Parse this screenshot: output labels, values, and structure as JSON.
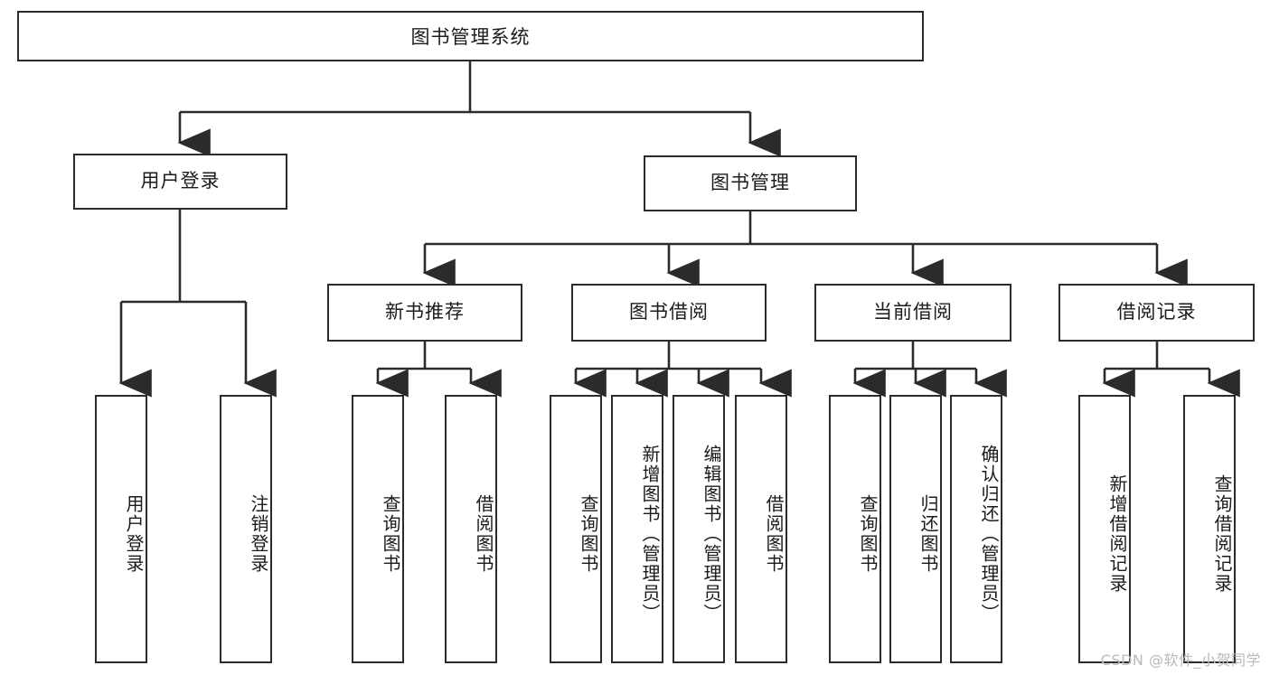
{
  "diagram": {
    "title": "图书管理系统",
    "type": "tree",
    "watermark": "CSDN @软件_小贺同学",
    "colors": {
      "line": "#2b2b2b",
      "box_border": "#2b2b2b",
      "box_fill": "#ffffff",
      "text": "#1b1b1b",
      "watermark": "#b9b9b9"
    },
    "root": {
      "label": "图书管理系统"
    },
    "level1": [
      {
        "label": "用户登录"
      },
      {
        "label": "图书管理"
      }
    ],
    "level2": [
      {
        "label": "新书推荐"
      },
      {
        "label": "图书借阅"
      },
      {
        "label": "当前借阅"
      },
      {
        "label": "借阅记录"
      }
    ],
    "leaves": {
      "user_login": [
        {
          "label": "用户登录"
        },
        {
          "label": "注销登录"
        }
      ],
      "new_book_recommend": [
        {
          "label": "查询图书"
        },
        {
          "label": "借阅图书"
        }
      ],
      "book_borrow": [
        {
          "label": "查询图书"
        },
        {
          "label": "新增图书（管理员）"
        },
        {
          "label": "编辑图书（管理员）"
        },
        {
          "label": "借阅图书"
        }
      ],
      "current_borrow": [
        {
          "label": "查询图书"
        },
        {
          "label": "归还图书"
        },
        {
          "label": "确认归还（管理员）"
        }
      ],
      "borrow_record": [
        {
          "label": "新增借阅记录"
        },
        {
          "label": "查询借阅记录"
        }
      ]
    }
  }
}
